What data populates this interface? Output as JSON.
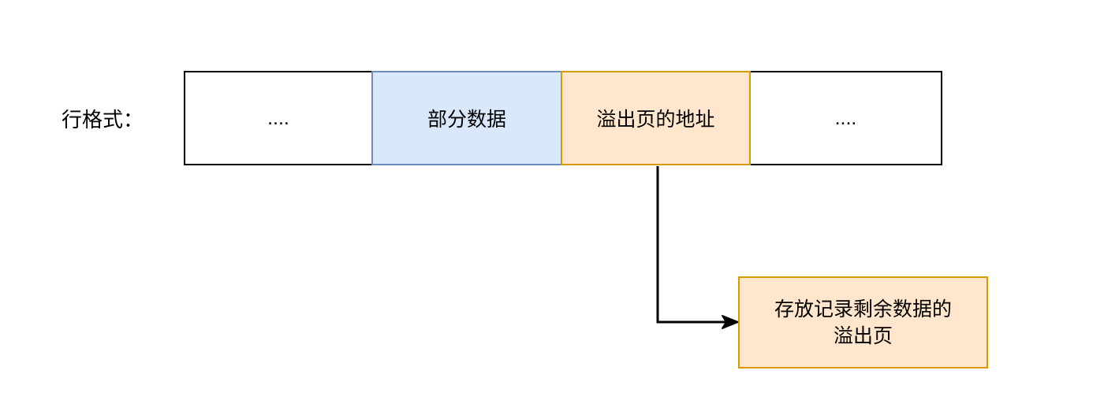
{
  "diagram": {
    "row_label": "行格式：",
    "row_cells": [
      {
        "name": "ellipsis-left",
        "text": "....",
        "fill": "#ffffff",
        "border": "#000000"
      },
      {
        "name": "partial-data",
        "text": "部分数据",
        "fill": "#dae8fc",
        "border": "#6c8ebf"
      },
      {
        "name": "overflow-page-address",
        "text": "溢出页的地址",
        "fill": "#ffe6cc",
        "border": "#d79b00"
      },
      {
        "name": "ellipsis-right",
        "text": "....",
        "fill": "#ffffff",
        "border": "#000000"
      }
    ],
    "overflow_box": {
      "line1": "存放记录剩余数据的",
      "line2": "溢出页",
      "fill": "#ffe6cc",
      "border": "#d79b00",
      "text_color": "#000000"
    },
    "arrow": {
      "color": "#000000"
    }
  }
}
